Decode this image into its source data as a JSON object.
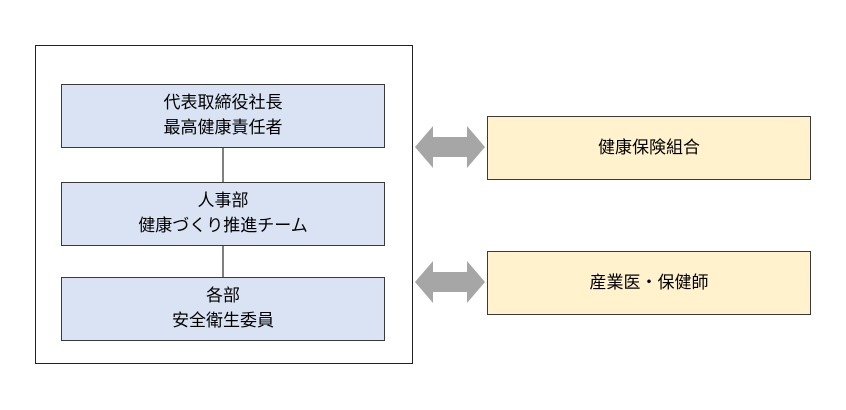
{
  "organization": {
    "boxes": [
      {
        "lines": [
          "代表取締役社長",
          "最高健康責任者"
        ]
      },
      {
        "lines": [
          "人事部",
          "健康づくり推進チーム"
        ]
      },
      {
        "lines": [
          "各部",
          "安全衛生委員"
        ]
      }
    ]
  },
  "partners": [
    {
      "label": "健康保険組合"
    },
    {
      "label": "産業医・保健師"
    }
  ],
  "colors": {
    "org_fill": "#dae3f3",
    "partner_fill": "#fff2cc",
    "arrow": "#a6a6a6",
    "connector": "#808080"
  },
  "icons": {
    "arrow": "double-headed-arrow"
  }
}
